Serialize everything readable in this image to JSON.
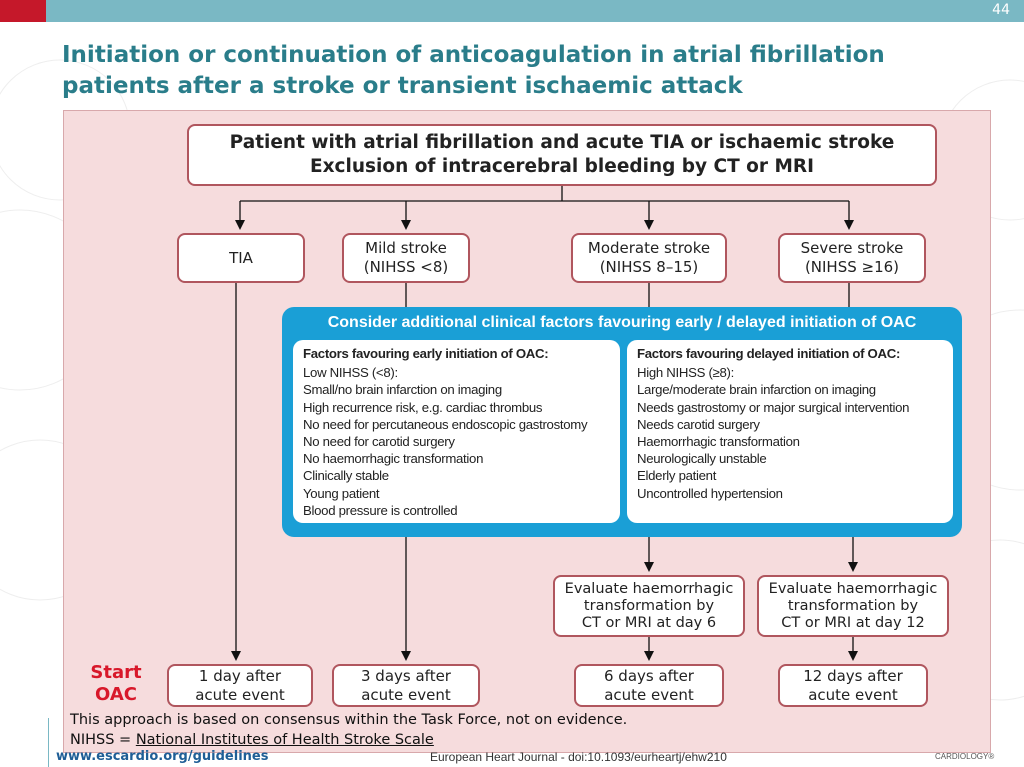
{
  "slide_number": "44",
  "title_line1": "Initiation or continuation of anticoagulation in atrial fibrillation",
  "title_line2": "patients after a stroke or transient ischaemic attack",
  "root": {
    "line1": "Patient with atrial fibrillation and acute TIA or ischaemic stroke",
    "line2": "Exclusion of intracerebral bleeding by CT or MRI"
  },
  "categories": [
    {
      "line1": "TIA",
      "line2": ""
    },
    {
      "line1": "Mild stroke",
      "line2": "(NIHSS <8)"
    },
    {
      "line1": "Moderate stroke",
      "line2": "(NIHSS 8–15)"
    },
    {
      "line1": "Severe stroke",
      "line2": "(NIHSS ≥16)"
    }
  ],
  "clinical_factors": {
    "title": "Consider additional clinical factors favouring early / delayed initiation of OAC",
    "early": {
      "heading": "Factors favouring early initiation of OAC:",
      "items": [
        "Low NIHSS (<8):",
        "Small/no brain infarction on imaging",
        "High recurrence risk, e.g. cardiac thrombus",
        "No need for percutaneous endoscopic gastrostomy",
        "No need for carotid surgery",
        "No haemorrhagic transformation",
        "Clinically stable",
        "Young patient",
        "Blood pressure is controlled"
      ]
    },
    "delayed": {
      "heading": "Factors favouring delayed initiation of OAC:",
      "items": [
        "High NIHSS (≥8):",
        "Large/moderate brain infarction on imaging",
        "Needs gastrostomy or major surgical intervention",
        "Needs carotid surgery",
        "Haemorrhagic transformation",
        "Neurologically unstable",
        "Elderly patient",
        "Uncontrolled hypertension"
      ]
    }
  },
  "evaluate": [
    {
      "line1": "Evaluate haemorrhagic",
      "line2": "transformation by",
      "line3": "CT or MRI at day 6"
    },
    {
      "line1": "Evaluate haemorrhagic",
      "line2": "transformation by",
      "line3": "CT or MRI at day 12"
    }
  ],
  "start_oac": {
    "line1": "Start",
    "line2": "OAC"
  },
  "outcomes": [
    {
      "line1": "1 day after",
      "line2": "acute event"
    },
    {
      "line1": "3 days after",
      "line2": "acute event"
    },
    {
      "line1": "6 days after",
      "line2": "acute event"
    },
    {
      "line1": "12 days after",
      "line2": "acute event"
    }
  ],
  "footnote1": "This approach is based on consensus within the Task Force, not on evidence.",
  "footnote2_prefix": "NIHSS = ",
  "footnote2_link": "National Institutes of Health Stroke Scale",
  "bottom_url": "www.escardio.org/guidelines",
  "bottom_journal": "European Heart Journal - doi:10.1093/eurheartj/ehw210",
  "bottom_logo": "CARDIOLOGY®",
  "colors": {
    "teal_title": "#2a7d8a",
    "panel_bg": "#f6dcdd",
    "box_border": "#b0565e",
    "blue_box": "#1a9fd6",
    "start_red": "#d8182a"
  }
}
